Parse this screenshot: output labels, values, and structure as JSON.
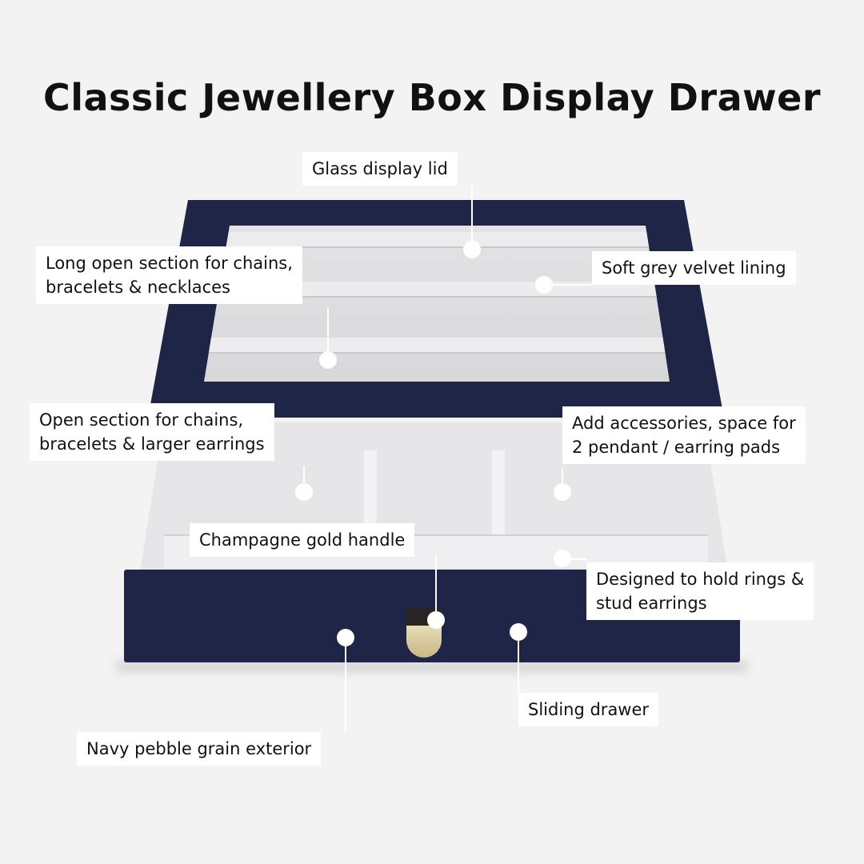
{
  "title": "Classic Jewellery Box Display Drawer",
  "callouts": {
    "glass_lid": "Glass display lid",
    "long_open_1": "Long open section for chains,",
    "long_open_2": "bracelets & necklaces",
    "velvet": "Soft grey velvet lining",
    "open_section_1": "Open section for chains,",
    "open_section_2": "bracelets & larger earrings",
    "accessories_1": "Add accessories, space for",
    "accessories_2": "2 pendant / earring pads",
    "handle": "Champagne gold handle",
    "rings_1": "Designed to hold rings &",
    "rings_2": "stud earrings",
    "drawer": "Sliding drawer",
    "exterior": "Navy pebble grain exterior"
  },
  "colors": {
    "navy": "#1f2547",
    "velvet": "#e6e6e8",
    "gold": "#d8cba0"
  }
}
